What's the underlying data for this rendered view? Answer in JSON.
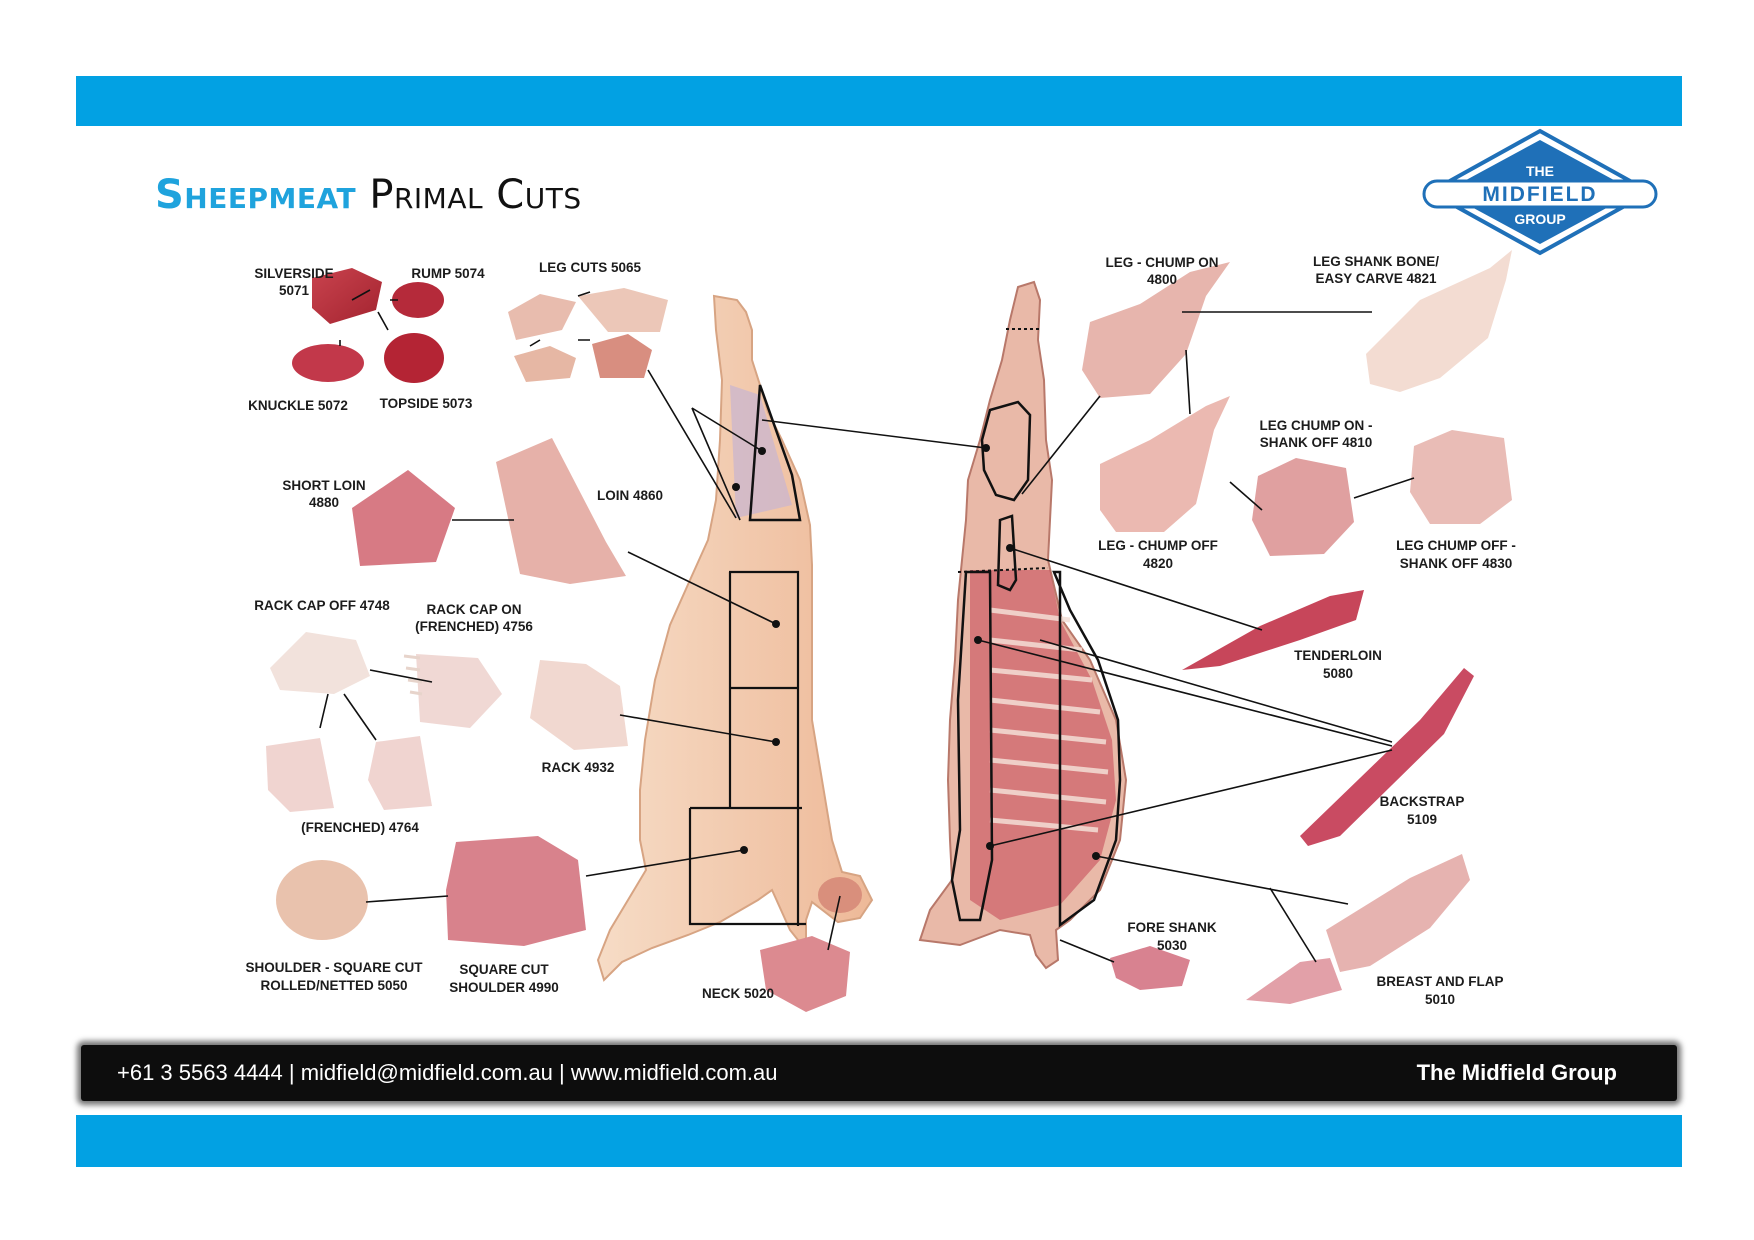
{
  "header": {
    "title_highlight": "Sheepmeat",
    "title_rest": "Primal Cuts",
    "accent_color": "#02a1e3"
  },
  "logo": {
    "line1": "THE",
    "line2": "MIDFIELD",
    "line3": "GROUP",
    "color": "#1f70b8"
  },
  "cuts": [
    {
      "id": "silverside",
      "line1": "SILVERSIDE",
      "line2": "5071"
    },
    {
      "id": "rump",
      "line1": "RUMP 5074",
      "line2": ""
    },
    {
      "id": "knuckle",
      "line1": "KNUCKLE 5072",
      "line2": ""
    },
    {
      "id": "topside",
      "line1": "TOPSIDE 5073",
      "line2": ""
    },
    {
      "id": "leg-cuts",
      "line1": "LEG CUTS 5065",
      "line2": ""
    },
    {
      "id": "short-loin",
      "line1": "SHORT LOIN",
      "line2": "4880"
    },
    {
      "id": "loin",
      "line1": "LOIN 4860",
      "line2": ""
    },
    {
      "id": "rack-cap-off",
      "line1": "RACK CAP OFF 4748",
      "line2": ""
    },
    {
      "id": "rack-cap-on",
      "line1": "RACK CAP ON",
      "line2": "(FRENCHED) 4756"
    },
    {
      "id": "frenched",
      "line1": "(FRENCHED) 4764",
      "line2": ""
    },
    {
      "id": "rack",
      "line1": "RACK 4932",
      "line2": ""
    },
    {
      "id": "shoulder-rolled",
      "line1": "SHOULDER - SQUARE CUT",
      "line2": "ROLLED/NETTED 5050"
    },
    {
      "id": "square-cut-shoulder",
      "line1": "SQUARE CUT",
      "line2": "SHOULDER 4990"
    },
    {
      "id": "neck",
      "line1": "NECK 5020",
      "line2": ""
    },
    {
      "id": "leg-chump-on",
      "line1": "LEG - CHUMP ON",
      "line2": "4800"
    },
    {
      "id": "leg-shank-bone",
      "line1": "LEG SHANK BONE/",
      "line2": "EASY CARVE 4821"
    },
    {
      "id": "leg-chump-on-shank-off",
      "line1": "LEG CHUMP ON -",
      "line2": "SHANK OFF 4810"
    },
    {
      "id": "leg-chump-off",
      "line1": "LEG - CHUMP OFF",
      "line2": "4820"
    },
    {
      "id": "leg-chump-off-shank-off",
      "line1": "LEG CHUMP OFF -",
      "line2": "SHANK OFF 4830"
    },
    {
      "id": "tenderloin",
      "line1": "TENDERLOIN",
      "line2": "5080"
    },
    {
      "id": "backstrap",
      "line1": "BACKSTRAP",
      "line2": "5109"
    },
    {
      "id": "fore-shank",
      "line1": "FORE SHANK",
      "line2": "5030"
    },
    {
      "id": "breast-and-flap",
      "line1": "BREAST AND FLAP",
      "line2": "5010"
    }
  ],
  "footer": {
    "contact": "+61 3 5563 4444 | midfield@midfield.com.au | www.midfield.com.au",
    "brand": "The Midfield Group"
  }
}
